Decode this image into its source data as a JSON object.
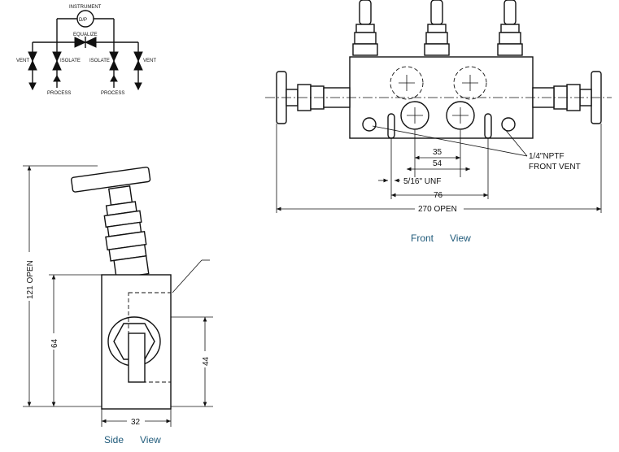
{
  "schematic": {
    "instrument": "INSTRUMENT",
    "dp": "D/P",
    "equalize": "EQUALIZE",
    "vent_left": "VENT",
    "vent_right": "VENT",
    "isolate_left": "ISOLATE",
    "isolate_right": "ISOLATE",
    "process_left": "PROCESS",
    "process_right": "PROCESS"
  },
  "front_view": {
    "caption_a": "Front",
    "caption_b": "View",
    "dim_35": "35",
    "dim_54": "54",
    "dim_76": "76",
    "dim_270": "270 OPEN",
    "thread": "5/16\" UNF",
    "vent_line1": "1/4\"NPTF",
    "vent_line2": "FRONT VENT"
  },
  "side_view": {
    "caption_a": "Side",
    "caption_b": "View",
    "dim_121": "121 OPEN",
    "dim_64": "64",
    "dim_44": "44",
    "dim_32": "32"
  }
}
